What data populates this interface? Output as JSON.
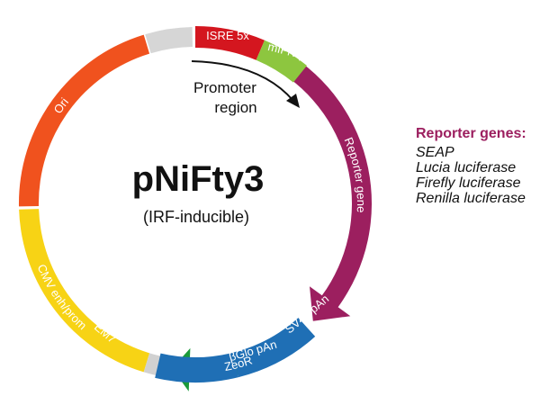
{
  "plasmid": {
    "name": "pNiFty3",
    "subtitle": "(IRF-inducible)"
  },
  "promoter": {
    "line1": "Promoter",
    "line2": "region"
  },
  "features": {
    "isre": {
      "label": "ISRE 5x",
      "color": "#d4161f"
    },
    "mifn": {
      "label": "mIFN-β",
      "color": "#8dc63f"
    },
    "reporter": {
      "label": "Reporter gene",
      "color": "#9c1f5f"
    },
    "sv40": {
      "label": "SV40 pAn",
      "color": "#1f6fb5"
    },
    "bglo": {
      "label": "βGlo pAn",
      "color": "#1f6fb5"
    },
    "zeor": {
      "label": "ZeoR",
      "color": "#1a9a3a"
    },
    "em7": {
      "label": "EM7",
      "color": "#d1d1d1"
    },
    "cmv": {
      "label": "CMV enh/prom",
      "color": "#f7d315"
    },
    "ori": {
      "label": "Ori",
      "color": "#f0521e"
    },
    "spacer": {
      "color": "#d6d6d6"
    }
  },
  "reporter_genes": {
    "heading": "Reporter genes:",
    "items": [
      "SEAP",
      "Lucia luciferase",
      "Firefly luciferase",
      "Renilla luciferase"
    ]
  }
}
